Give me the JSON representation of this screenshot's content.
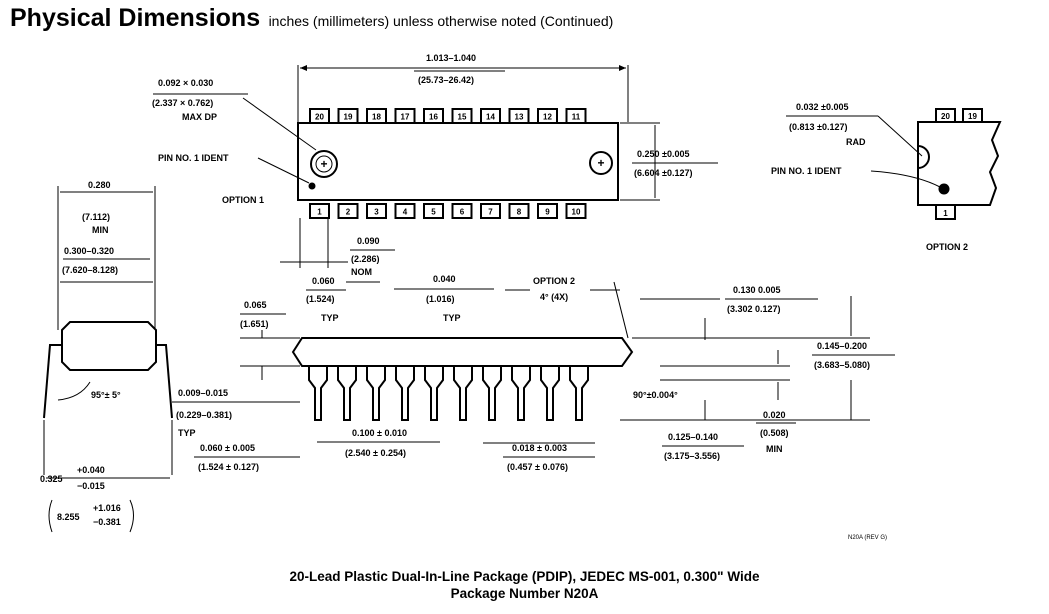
{
  "header": {
    "title": "Physical Dimensions",
    "subtitle": "inches (millimeters) unless otherwise noted (Continued)"
  },
  "top_view": {
    "top_pins": [
      "20",
      "19",
      "18",
      "17",
      "16",
      "15",
      "14",
      "13",
      "12",
      "11"
    ],
    "bottom_pins": [
      "1",
      "2",
      "3",
      "4",
      "5",
      "6",
      "7",
      "8",
      "9",
      "10"
    ],
    "length_in": "1.013–1.040",
    "length_mm": "(25.73–26.42)",
    "max_dp_in": "0.092 × 0.030",
    "max_dp_mm": "(2.337 × 0.762)",
    "max_dp_label": "MAX DP",
    "pin_ident": "PIN NO. 1 IDENT",
    "option1": "OPTION 1",
    "width_in": "0.250 ±0.005",
    "width_mm": "(6.604 ±0.127)",
    "nom_in": "0.090",
    "nom_mm": "(2.286)",
    "nom_label": "NOM"
  },
  "option2_view": {
    "rad_in": "0.032 ±0.005",
    "rad_mm": "(0.813 ±0.127)",
    "rad_label": "RAD",
    "pin_ident": "PIN NO. 1 IDENT",
    "pins_top": [
      "20",
      "19"
    ],
    "pin_bottom": "1",
    "label": "OPTION 2"
  },
  "end_view": {
    "w1_in": "0.280",
    "w1_mm": "(7.112)",
    "w1_label": "MIN",
    "w2_in": "0.300–0.320",
    "w2_mm": "(7.620–8.128)",
    "angle": "95°± 5°",
    "w3_in": "0.325",
    "w3_tol_plus": "+0.040",
    "w3_tol_minus": "−0.015",
    "w3_mm": "8.255",
    "w3_mm_tol_plus": "+1.016",
    "w3_mm_tol_minus": "−0.381"
  },
  "side_view": {
    "a_in": "0.065",
    "a_mm": "(1.651)",
    "b_in": "0.060",
    "b_mm": "(1.524)",
    "b_label": "TYP",
    "c_in": "0.040",
    "c_mm": "(1.016)",
    "c_label": "TYP",
    "option2": "OPTION 2",
    "option2_angle": "4° (4X)",
    "d_in": "0.130  0.005",
    "d_mm": "(3.302  0.127)",
    "e_in": "0.145–0.200",
    "e_mm": "(3.683–5.080)",
    "f_in": "0.009–0.015",
    "f_mm": "(0.229–0.381)",
    "f_label": "TYP",
    "angle90": "90°±0.004°",
    "g_in": "0.020",
    "g_mm": "(0.508)",
    "g_label": "MIN",
    "h_in": "0.060 ± 0.005",
    "h_mm": "(1.524 ± 0.127)",
    "i_in": "0.100 ± 0.010",
    "i_mm": "(2.540 ± 0.254)",
    "j_in": "0.018 ± 0.003",
    "j_mm": "(0.457 ± 0.076)",
    "k_in": "0.125–0.140",
    "k_mm": "(3.175–3.556)",
    "rev": "N20A (REV G)"
  },
  "caption": {
    "line1": "20-Lead Plastic Dual-In-Line Package (PDIP), JEDEC MS-001, 0.300\" Wide",
    "line2": "Package Number N20A"
  }
}
